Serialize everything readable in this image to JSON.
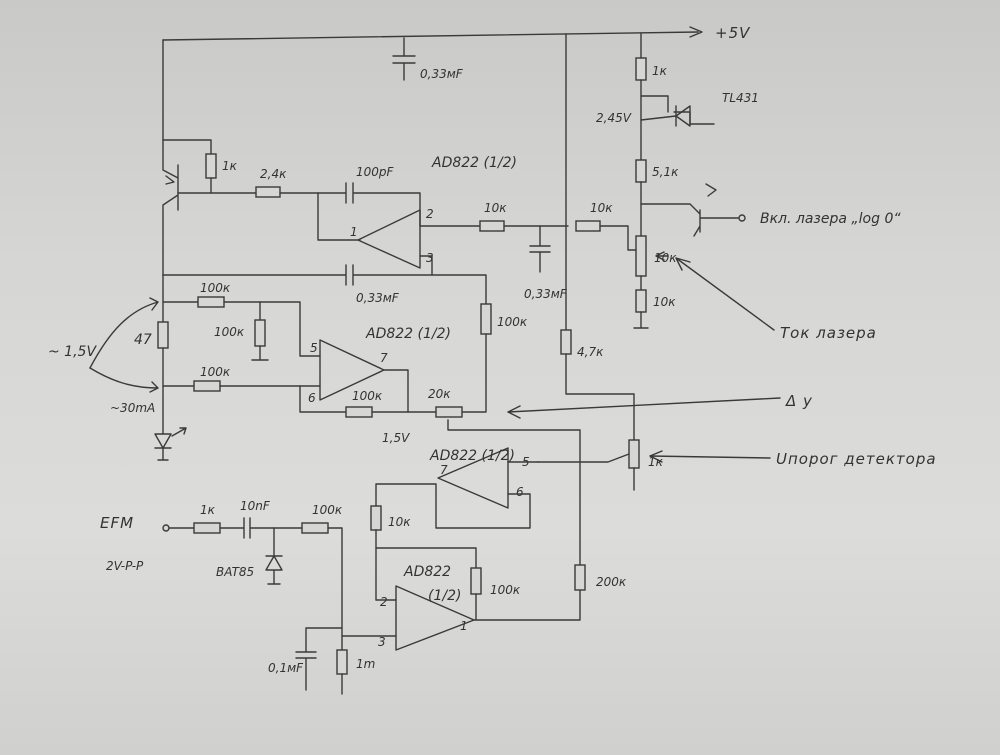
{
  "labels": {
    "supply": "+5V",
    "cap_top": "0,33мF",
    "r_top": "1к",
    "tl431": "TL431",
    "v245": "2,45V",
    "r_51k": "5,1к",
    "laser_on": "Вкл. лазера „log 0“",
    "r_1k_base": "1к",
    "r_24k": "2,4к",
    "c_100pf": "100pF",
    "opamp1": "AD822 (1/2)",
    "pin2_a": "2",
    "pin1_a": "1",
    "pin3_a": "3",
    "r_10k_a": "10к",
    "r_10k_b": "10к",
    "c_033_a": "0,33мF",
    "c_033_b": "0,33мF",
    "pot_10k": "10к",
    "r_10k_c": "10к",
    "laser_current": "Ток лазера",
    "r_100k_a": "100к",
    "r_100k_b": "100к",
    "r_100k_c": "100к",
    "r_100k_d": "100к",
    "r_100k_e": "100к",
    "opamp2": "AD822 (1/2)",
    "pin5_b": "5",
    "pin7_b": "7",
    "pin6_b": "6",
    "v15": "~ 1,5V",
    "r_47": "47",
    "i30": "~30mA",
    "r_47k": "4,7к",
    "pot_20k": "20к",
    "v15b": "1,5V",
    "delta_y": "Δ y",
    "pot_1k": "1к",
    "threshold": "Uпорог детектора",
    "opamp3": "AD822 (1/2)",
    "pin7_c": "7",
    "pin5_c": "5",
    "pin6_c": "6",
    "r_10k_d": "10к",
    "efm": "EFM",
    "efm_level": "2V-P-P",
    "r_1k_efm": "1к",
    "c_10nf": "10nF",
    "r_100k_efm": "100к",
    "bat85": "BAT85",
    "opamp4": "AD822",
    "opamp4_half": "(1/2)",
    "r_100k_fb": "100к",
    "r_200k": "200к",
    "pin2_d": "2",
    "pin3_d": "3",
    "pin1_d": "1",
    "c_01": "0,1мF",
    "r_1m": "1m"
  }
}
